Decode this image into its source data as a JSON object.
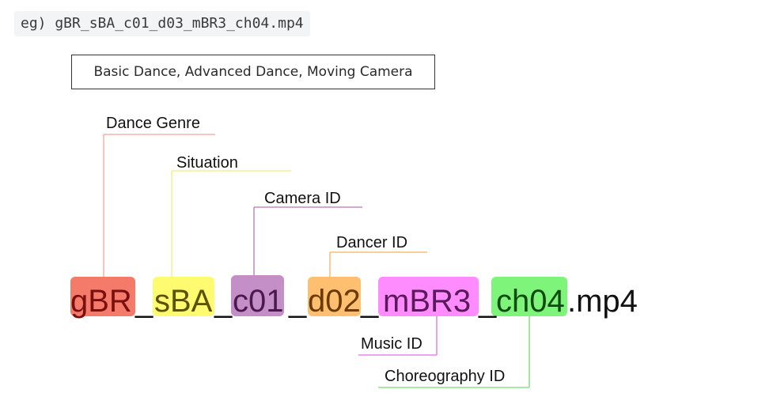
{
  "example": "eg) gBR_sBA_c01_d03_mBR3_ch04.mp4",
  "situation_box": "Basic Dance, Advanced Dance, Moving Camera",
  "segments": [
    {
      "text": "gBR",
      "color": "#f47a6a",
      "textColor": "#7a0f0f"
    },
    {
      "text": "_",
      "color": null,
      "textColor": "#111111"
    },
    {
      "text": "sBA",
      "color": "#fffb70",
      "textColor": "#5a5200"
    },
    {
      "text": "_",
      "color": null,
      "textColor": "#111111"
    },
    {
      "text": "c01",
      "color": "#c48ec6",
      "textColor": "#4a1a4d"
    },
    {
      "text": "_",
      "color": null,
      "textColor": "#111111"
    },
    {
      "text": "d02",
      "color": "#ffbf70",
      "textColor": "#6a3a00"
    },
    {
      "text": "_",
      "color": null,
      "textColor": "#111111"
    },
    {
      "text": "mBR3",
      "color": "#ff8cff",
      "textColor": "#5a1a5a"
    },
    {
      "text": "_",
      "color": null,
      "textColor": "#111111"
    },
    {
      "text": "ch04",
      "color": "#7ef57a",
      "textColor": "#0f4a10"
    },
    {
      "text": ".mp4",
      "color": null,
      "textColor": "#111111"
    }
  ],
  "labels": {
    "dance_genre": "Dance Genre",
    "situation": "Situation",
    "camera_id": "Camera ID",
    "dancer_id": "Dancer ID",
    "music_id": "Music ID",
    "choreography_id": "Choreography ID"
  },
  "line_colors": {
    "dance_genre": "#f4a49a",
    "situation": "#f5ee7a",
    "camera_id": "#b07ab2",
    "dancer_id": "#f5b060",
    "music_id": "#e070e0",
    "choreography_id": "#6ee06a"
  }
}
